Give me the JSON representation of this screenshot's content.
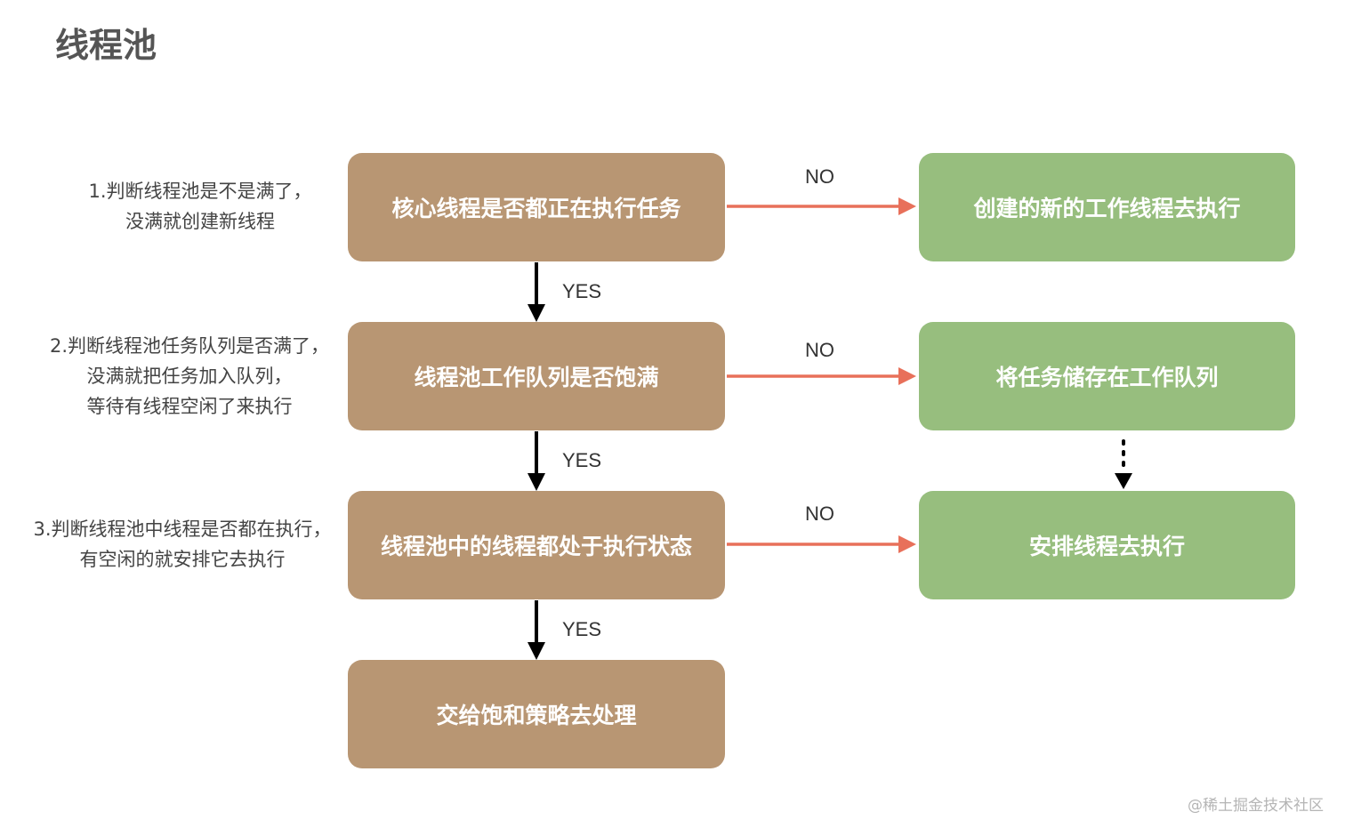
{
  "title": "线程池",
  "colors": {
    "decision": "#B89673",
    "action": "#97BE7E",
    "no_arrow": "#E8705A",
    "yes_arrow": "#000000"
  },
  "notes": [
    [
      "1.判断线程池是不是满了，",
      "没满就创建新线程"
    ],
    [
      "2.判断线程池任务队列是否满了，",
      "没满就把任务加入队列，",
      "等待有线程空闲了来执行"
    ],
    [
      "3.判断线程池中线程是否都在执行，",
      "有空闲的就安排它去执行"
    ]
  ],
  "decisions": [
    "核心线程是否都正在执行任务",
    "线程池工作队列是否饱满",
    "线程池中的线程都处于执行状态",
    "交给饱和策略去处理"
  ],
  "actions": [
    "创建的新的工作线程去执行",
    "将任务储存在工作队列",
    "安排线程去执行"
  ],
  "labels": {
    "no": "NO",
    "yes": "YES"
  },
  "watermark": "@稀土掘金技术社区"
}
